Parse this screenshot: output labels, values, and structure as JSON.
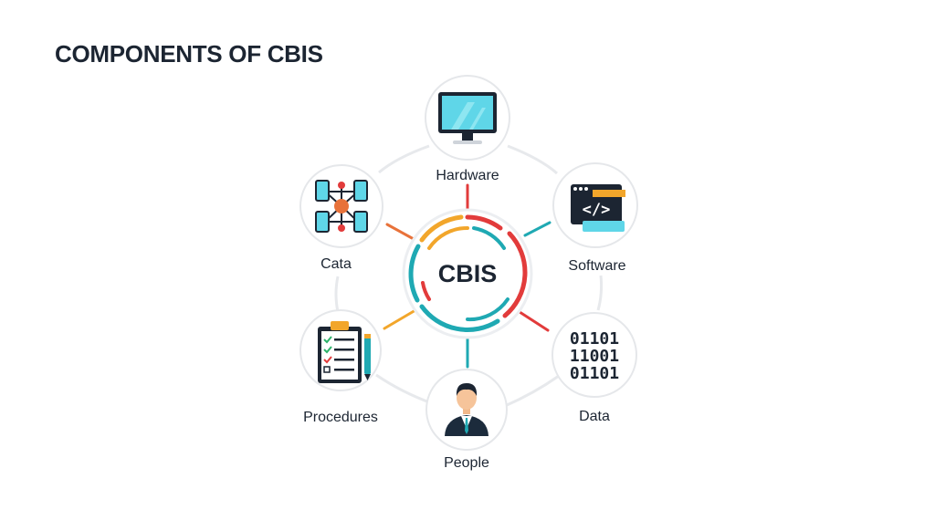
{
  "title": "COMPONENTS OF CBIS",
  "diagram": {
    "center": "CBIS",
    "nodes": {
      "hardware": {
        "label": "Hardware",
        "icon": "monitor-icon"
      },
      "software": {
        "label": "Software",
        "icon": "code-window-icon"
      },
      "data": {
        "label": "Data",
        "icon": "binary-icon",
        "binary_lines": [
          "01101",
          "11001",
          "01101"
        ]
      },
      "people": {
        "label": "People",
        "icon": "person-icon"
      },
      "procedures": {
        "label": "Procedures",
        "icon": "checklist-icon"
      },
      "cata": {
        "label": "Cata",
        "icon": "network-icon"
      }
    },
    "software_code": "</>"
  },
  "colors": {
    "red": "#e23b3b",
    "teal": "#1fa9b3",
    "orange": "#e8723a",
    "yellow": "#f2a62b",
    "dark": "#1c2532"
  }
}
